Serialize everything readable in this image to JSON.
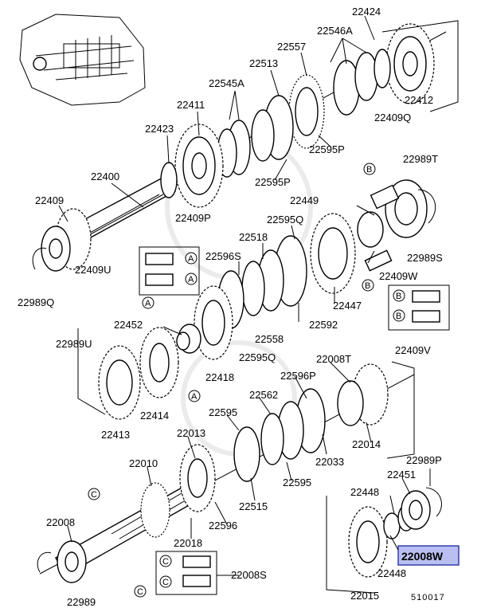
{
  "diagram": {
    "code": "510017",
    "highlighted_part": "22008W",
    "callouts": [
      {
        "id": "22424"
      },
      {
        "id": "22557"
      },
      {
        "id": "22546A"
      },
      {
        "id": "22513"
      },
      {
        "id": "22545A"
      },
      {
        "id": "22412"
      },
      {
        "id": "22411"
      },
      {
        "id": "22409Q"
      },
      {
        "id": "22423"
      },
      {
        "id": "22595P"
      },
      {
        "id": "22400"
      },
      {
        "id": "22595P-b"
      },
      {
        "id": "22989T"
      },
      {
        "id": "22449"
      },
      {
        "id": "22409"
      },
      {
        "id": "22409P"
      },
      {
        "id": "22595Q"
      },
      {
        "id": "22518"
      },
      {
        "id": "22596S"
      },
      {
        "id": "22989S"
      },
      {
        "id": "22409U"
      },
      {
        "id": "22409W"
      },
      {
        "id": "22447"
      },
      {
        "id": "22989Q"
      },
      {
        "id": "22592"
      },
      {
        "id": "22452"
      },
      {
        "id": "22558"
      },
      {
        "id": "22989U"
      },
      {
        "id": "22409V"
      },
      {
        "id": "22595Q-b"
      },
      {
        "id": "22008T"
      },
      {
        "id": "22418"
      },
      {
        "id": "22596P"
      },
      {
        "id": "22562"
      },
      {
        "id": "22414"
      },
      {
        "id": "22595"
      },
      {
        "id": "22013"
      },
      {
        "id": "22413"
      },
      {
        "id": "22014"
      },
      {
        "id": "22033"
      },
      {
        "id": "22989P"
      },
      {
        "id": "22010"
      },
      {
        "id": "22451"
      },
      {
        "id": "22595-b"
      },
      {
        "id": "22515"
      },
      {
        "id": "22448"
      },
      {
        "id": "22008"
      },
      {
        "id": "22596"
      },
      {
        "id": "22018"
      },
      {
        "id": "22448-b"
      },
      {
        "id": "22008S"
      },
      {
        "id": "22015"
      },
      {
        "id": "22989"
      }
    ],
    "labels": {
      "l1": "22424",
      "l2": "22557",
      "l3": "22546A",
      "l4": "22513",
      "l5": "22545A",
      "l6": "22412",
      "l7": "22411",
      "l8": "22409Q",
      "l9": "22423",
      "l10": "22595P",
      "l11": "22400",
      "l12": "22595P",
      "l13": "22989T",
      "l14": "22449",
      "l15": "22409",
      "l16": "22409P",
      "l17": "22595Q",
      "l18": "22518",
      "l19": "22596S",
      "l20": "22989S",
      "l21": "22409U",
      "l22": "22409W",
      "l23": "22447",
      "l24": "22989Q",
      "l25": "22592",
      "l26": "22452",
      "l27": "22558",
      "l28": "22989U",
      "l29": "22409V",
      "l30": "22595Q",
      "l31": "22008T",
      "l32": "22418",
      "l33": "22596P",
      "l34": "22562",
      "l35": "22414",
      "l36": "22595",
      "l37": "22013",
      "l38": "22413",
      "l39": "22014",
      "l40": "22033",
      "l41": "22989P",
      "l42": "22010",
      "l43": "22451",
      "l44": "22595",
      "l45": "22515",
      "l46": "22448",
      "l47": "22008",
      "l48": "22596",
      "l49": "22018",
      "l50": "22448",
      "l51": "22008S",
      "l52": "22015",
      "l53": "22989"
    },
    "circle_markers": {
      "a": "A",
      "b": "B",
      "c": "C"
    }
  }
}
